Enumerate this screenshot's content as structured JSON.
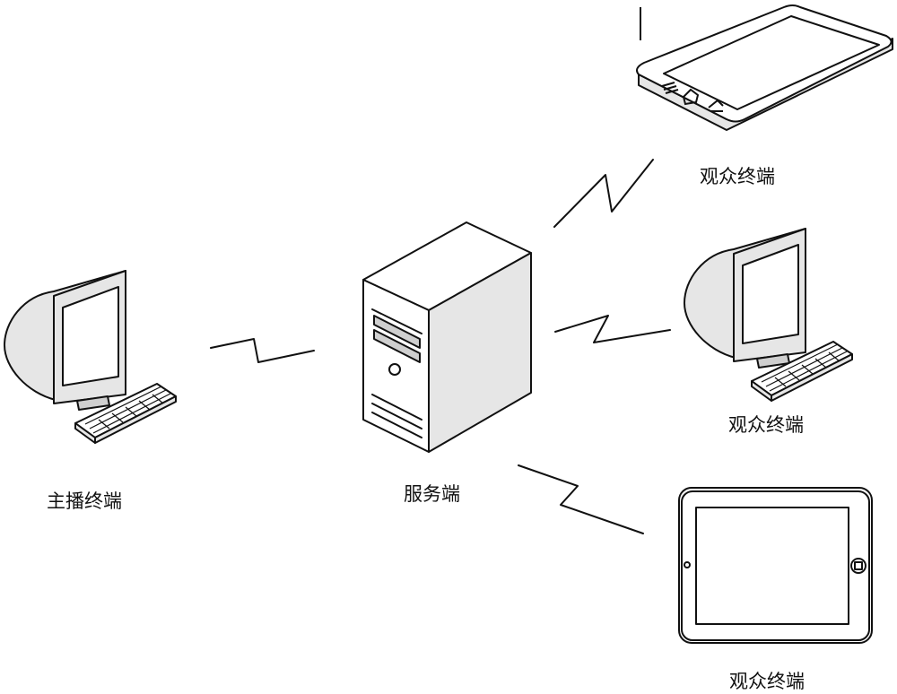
{
  "nodes": {
    "anchor": {
      "label": "主播终端"
    },
    "server": {
      "label": "服务端"
    },
    "viewer_phone": {
      "label": "观众终端"
    },
    "viewer_pc": {
      "label": "观众终端"
    },
    "viewer_tablet": {
      "label": "观众终端"
    }
  },
  "links": [
    {
      "from": "anchor",
      "to": "server",
      "type": "wireless"
    },
    {
      "from": "server",
      "to": "viewer_phone",
      "type": "wireless"
    },
    {
      "from": "server",
      "to": "viewer_pc",
      "type": "wireless"
    },
    {
      "from": "server",
      "to": "viewer_tablet",
      "type": "wireless"
    }
  ]
}
